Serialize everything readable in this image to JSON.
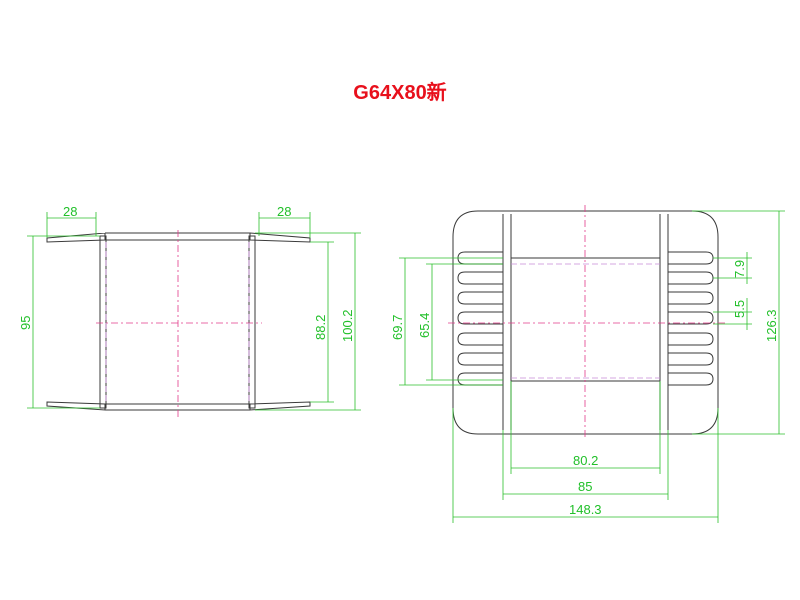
{
  "title": "G64X80新",
  "left_view": {
    "dim_top_left": "28",
    "dim_top_right": "28",
    "dim_height_outer": "95",
    "dim_inner_height": "88.2",
    "dim_flange_height": "100.2"
  },
  "right_view": {
    "dim_69_7": "69.7",
    "dim_65_4": "65.4",
    "dim_7_9": "7.9",
    "dim_5_5": "5.5",
    "dim_126_3": "126.3",
    "dim_80_2": "80.2",
    "dim_85": "85",
    "dim_148_3": "148.3"
  },
  "colors": {
    "title": "#e8101c",
    "dimension": "#22c02a",
    "outline": "#3a3a3a",
    "centerline": "#e23b8a"
  }
}
